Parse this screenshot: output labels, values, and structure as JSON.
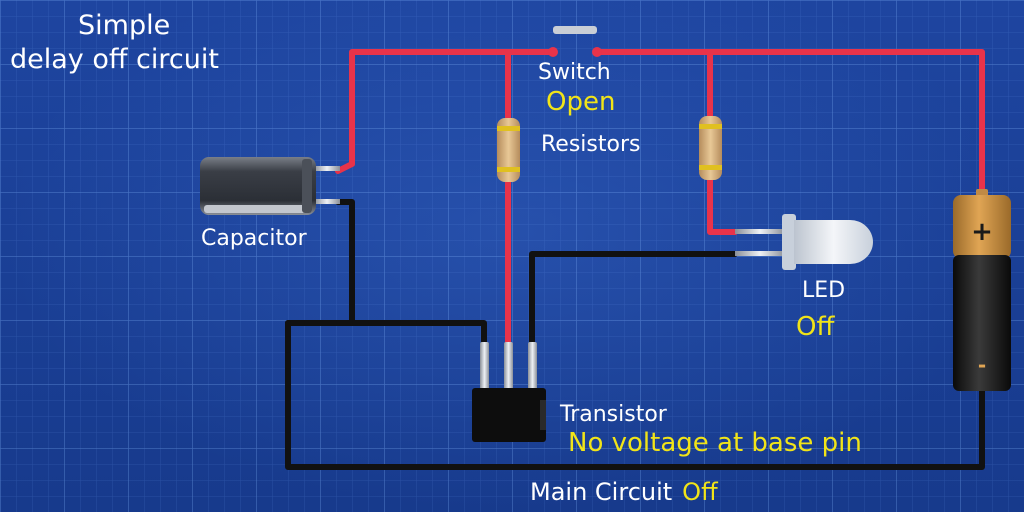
{
  "title": {
    "line1": "Simple",
    "line2": "delay off circuit"
  },
  "switch": {
    "label": "Switch",
    "state": "Open"
  },
  "resistors": {
    "label": "Resistors"
  },
  "capacitor": {
    "label": "Capacitor"
  },
  "led": {
    "label": "LED",
    "state": "Off"
  },
  "transistor": {
    "label": "Transistor",
    "note": "No voltage at base pin"
  },
  "battery": {
    "plus": "+",
    "minus": "-"
  },
  "main_circuit": {
    "label": "Main Circuit",
    "state": "Off"
  },
  "colors": {
    "background": "#1b3f93",
    "wire_positive": "#e8334a",
    "wire_negative": "#111111",
    "label_text": "#ffffff",
    "state_text": "#f1e418",
    "battery_top": "#c98a3a",
    "battery_body": "#1a1a1a"
  }
}
